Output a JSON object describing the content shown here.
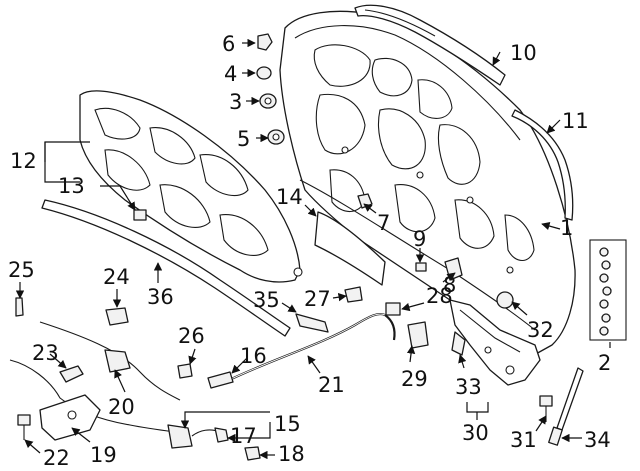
{
  "callouts": {
    "c1": "1",
    "c2": "2",
    "c3": "3",
    "c4": "4",
    "c5": "5",
    "c6": "6",
    "c7": "7",
    "c8": "8",
    "c9": "9",
    "c10": "10",
    "c11": "11",
    "c12": "12",
    "c13": "13",
    "c14": "14",
    "c15": "15",
    "c16": "16",
    "c17": "17",
    "c18": "18",
    "c19": "19",
    "c20": "20",
    "c21": "21",
    "c22": "22",
    "c23": "23",
    "c24": "24",
    "c25": "25",
    "c26": "26",
    "c27": "27",
    "c28": "28",
    "c29": "29",
    "c30": "30",
    "c31": "31",
    "c32": "32",
    "c33": "33",
    "c34": "34",
    "c35": "35",
    "c36": "36"
  },
  "colors": {
    "ink": "#111111",
    "background": "#ffffff"
  }
}
